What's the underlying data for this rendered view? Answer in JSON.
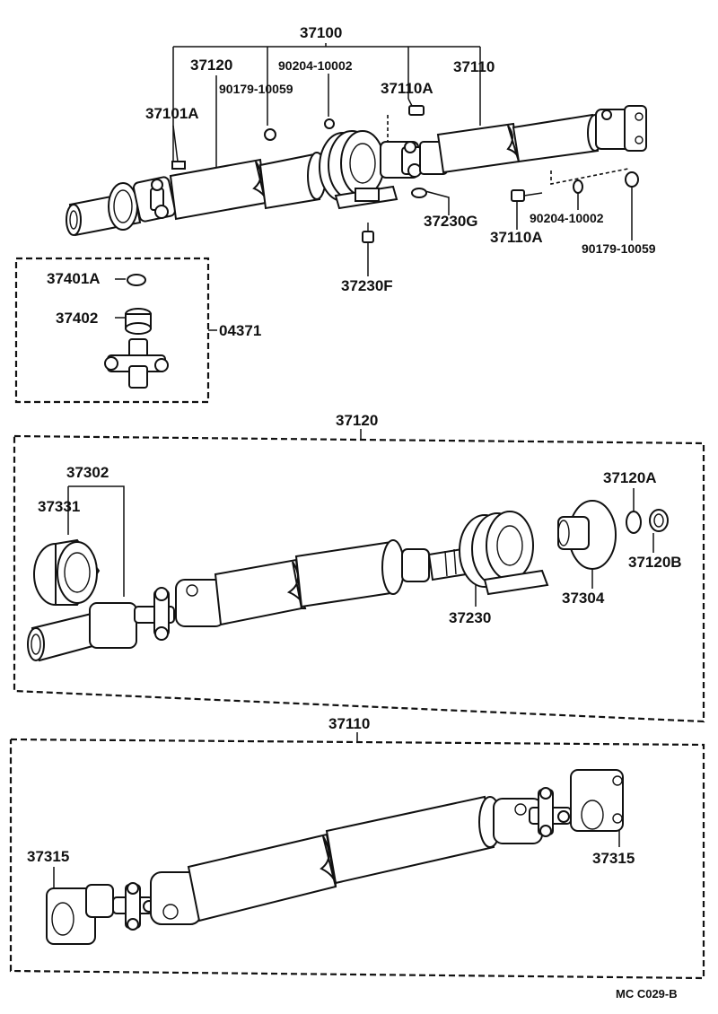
{
  "title_assembly": "37100",
  "top_labels": {
    "l37120": "37120",
    "l90204_a": "90204-10002",
    "l37110": "37110",
    "l90179_a": "90179-10059",
    "l37110A_a": "37110A",
    "l37101A": "37101A",
    "l37230G": "37230G",
    "l37110A_b": "37110A",
    "l90204_b": "90204-10002",
    "l90179_b": "90179-10059",
    "l37230F": "37230F"
  },
  "kit_labels": {
    "l37401A": "37401A",
    "l37402": "37402",
    "l04371": "04371"
  },
  "mid_labels": {
    "title": "37120",
    "l37302": "37302",
    "l37331": "37331",
    "l37120A": "37120A",
    "l37120B": "37120B",
    "l37304": "37304",
    "l37230": "37230"
  },
  "bottom_labels": {
    "title": "37110",
    "l37315_left": "37315",
    "l37315_right": "37315"
  },
  "footer_code": "MC C029-B"
}
